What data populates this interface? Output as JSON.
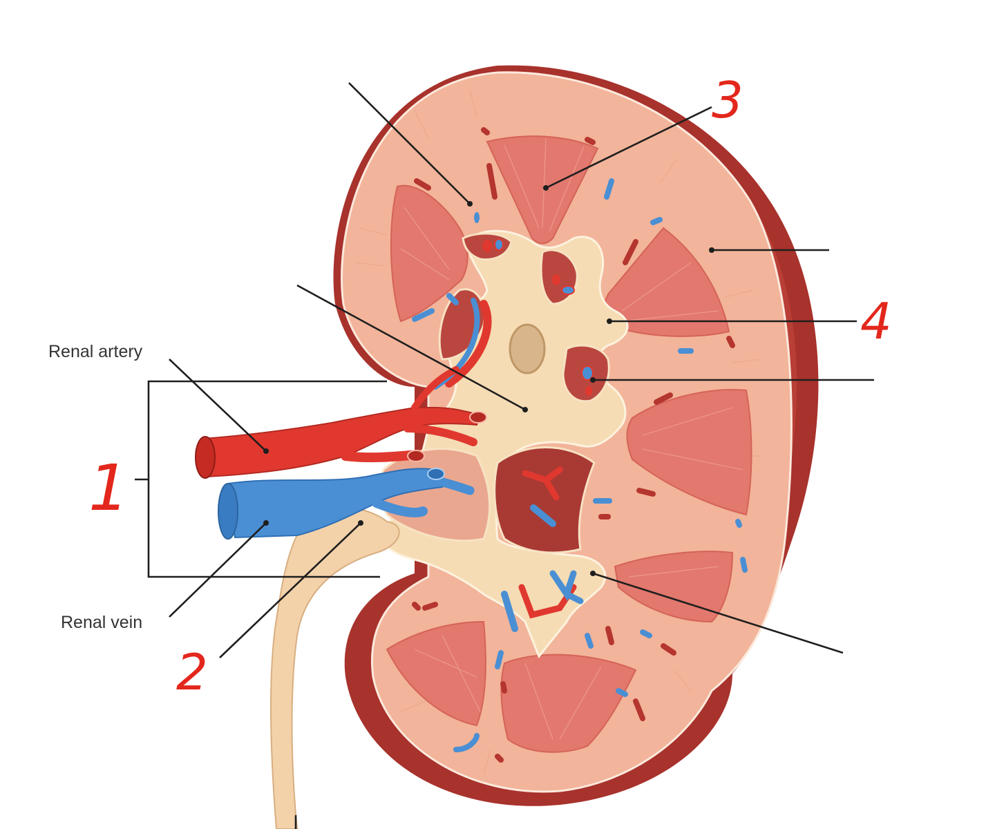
{
  "labels": {
    "renal_artery": "Renal artery",
    "renal_vein": "Renal vein"
  },
  "handwritten_numbers": {
    "n1": "1",
    "n2": "2",
    "n3": "3",
    "n4": "4"
  },
  "colors": {
    "capsule": "#a8322c",
    "cortex": "#f2b49a",
    "medulla_pyramid": "#e2786e",
    "pelvis": "#f6dcb4",
    "artery": "#e0382f",
    "vein": "#4a8fd4",
    "ureter": "#f3d2aa",
    "annotation": "#e3271c"
  }
}
